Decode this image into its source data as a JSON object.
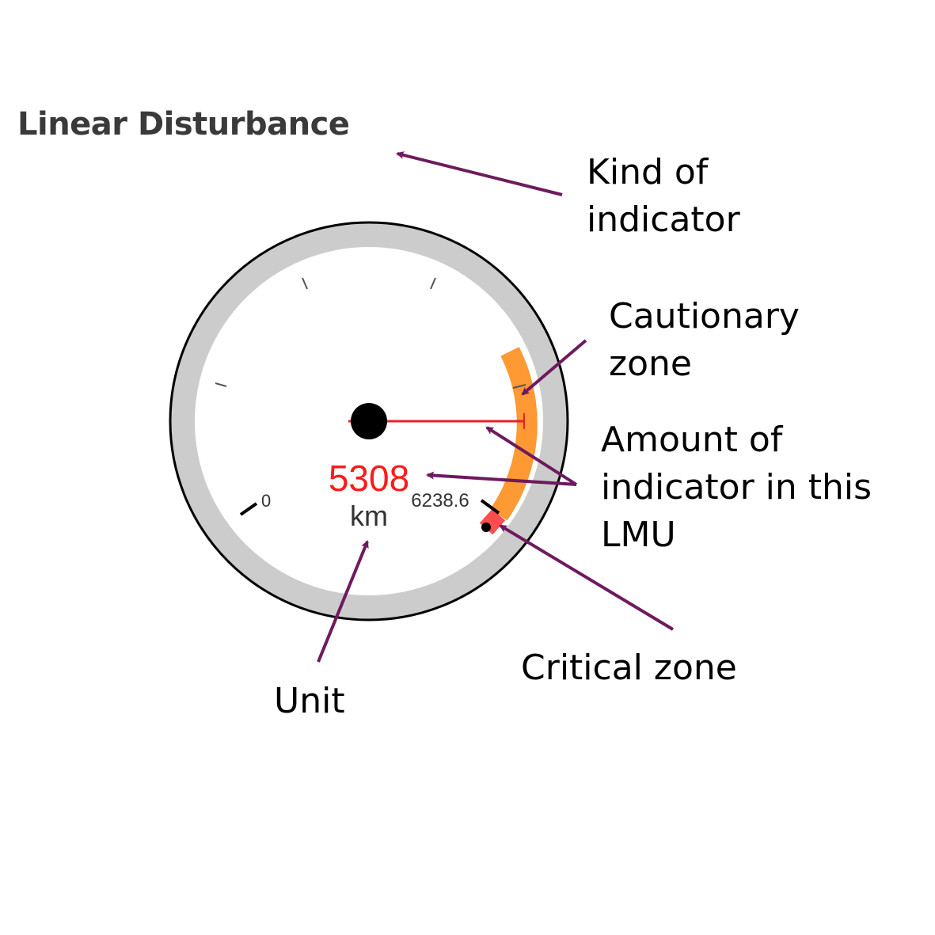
{
  "gauge": {
    "title": "Linear Disturbance",
    "value": "5308",
    "unit": "km",
    "min_label": "0",
    "threshold_label": "6238.6",
    "colors": {
      "value": "#ff1a1a",
      "needle": "#e8202a",
      "cautionary_zone": "#ff9933",
      "critical_zone": "#ff4d4d",
      "ring": "#cccccc",
      "hub": "#000000"
    }
  },
  "annotations": {
    "kind_of_indicator": [
      "Kind of",
      "indicator"
    ],
    "cautionary_zone": [
      "Cautionary",
      "zone"
    ],
    "amount_of_indicator": [
      "Amount of",
      "indicator in this",
      "LMU"
    ],
    "critical_zone": "Critical zone",
    "unit": "Unit",
    "arrow_color": "#6e1a5e"
  }
}
